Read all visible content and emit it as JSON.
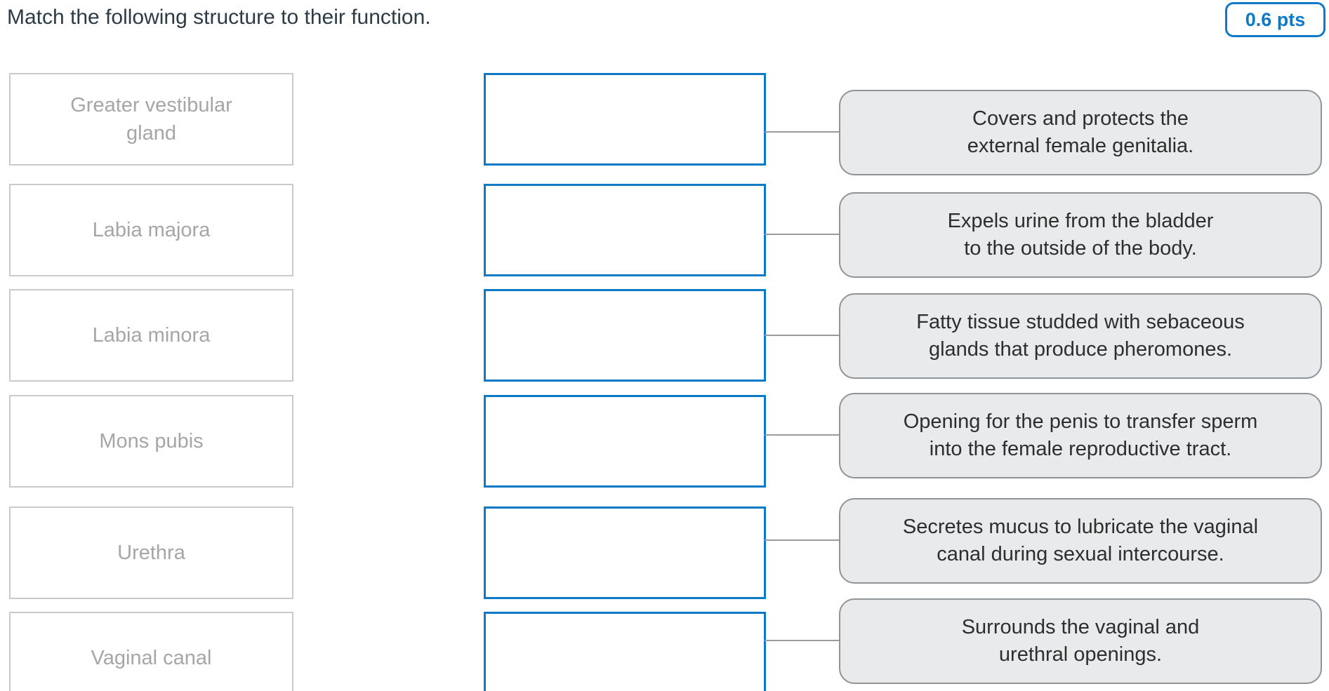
{
  "question": {
    "prompt": "Match the following structure to their function.",
    "points": "0.6 pts"
  },
  "structures": [
    {
      "label": "Greater vestibular\ngland"
    },
    {
      "label": "Labia majora"
    },
    {
      "label": "Labia minora"
    },
    {
      "label": "Mons pubis"
    },
    {
      "label": "Urethra"
    },
    {
      "label": "Vaginal canal"
    }
  ],
  "drop_zones": [
    {
      "value": ""
    },
    {
      "value": ""
    },
    {
      "value": ""
    },
    {
      "value": ""
    },
    {
      "value": ""
    },
    {
      "value": ""
    }
  ],
  "functions": [
    {
      "text": "Covers and protects the\nexternal female genitalia."
    },
    {
      "text": "Expels urine from the bladder\nto the outside of the body."
    },
    {
      "text": "Fatty tissue studded with sebaceous\nglands that produce pheromones."
    },
    {
      "text": "Opening for the penis to transfer sperm\ninto the female reproductive tract."
    },
    {
      "text": "Secretes mucus to lubricate the vaginal\ncanal during sexual intercourse."
    },
    {
      "text": "Surrounds the vaginal and\nurethral openings."
    }
  ],
  "colors": {
    "accent_blue": "#0e79c6",
    "left_box_border": "#cacaca",
    "left_box_text": "#a6a6a6",
    "bubble_fill": "#e9eaeb",
    "bubble_border": "#909497",
    "bubble_text": "#2e2e2e",
    "connector_line": "#9b9b9b",
    "title_text": "#2d3b45"
  }
}
